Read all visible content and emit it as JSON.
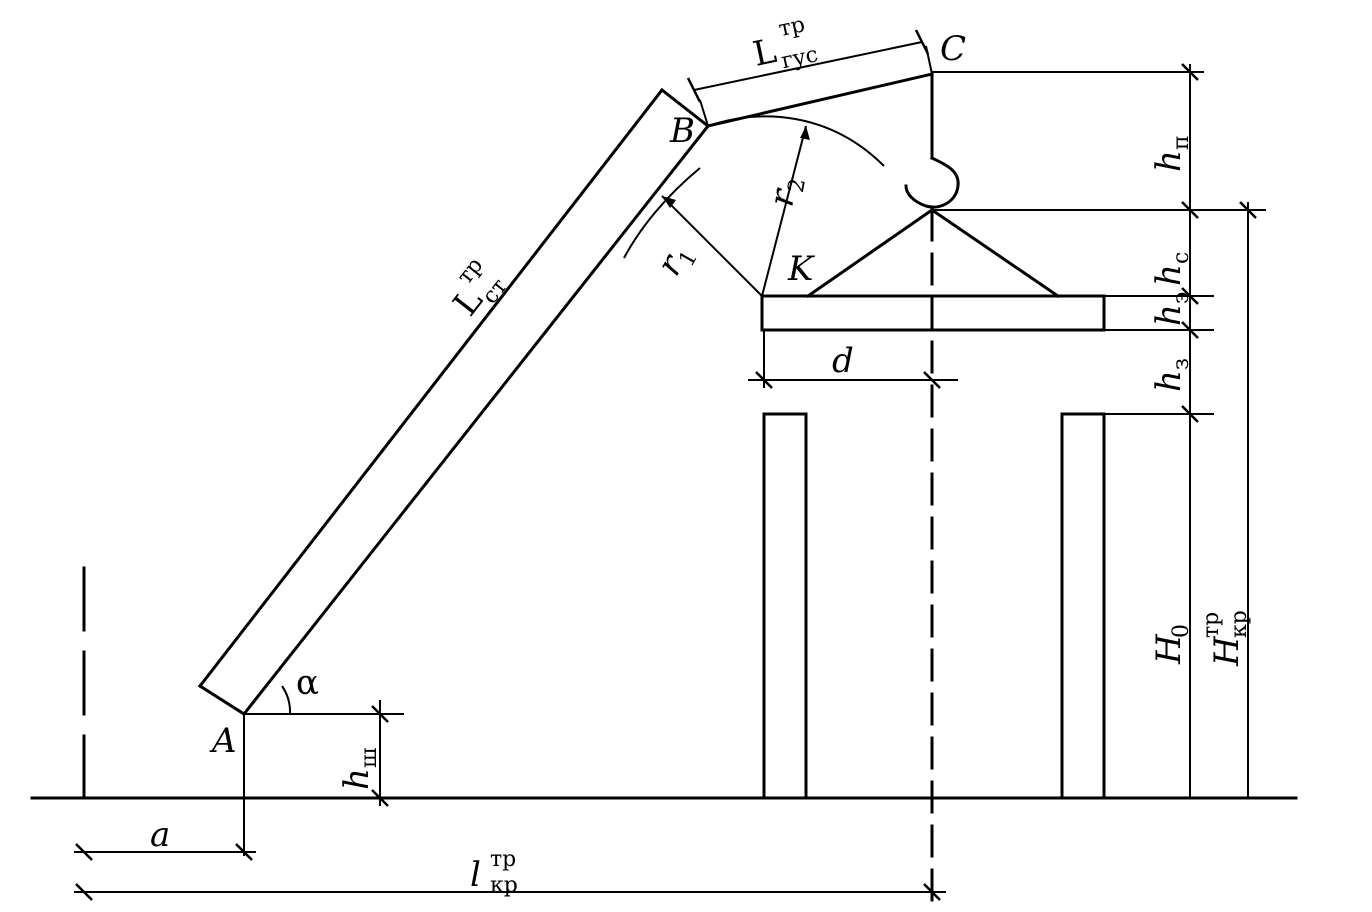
{
  "labels": {
    "A": "A",
    "B": "B",
    "C": "C",
    "K": "K",
    "L_st_main": "L",
    "L_st_sub": "ст",
    "L_st_sup": "тр",
    "L_gus_main": "L",
    "L_gus_sub": "гус",
    "L_gus_sup": "тр",
    "r1_main": "r",
    "r1_sub": "1",
    "r2_main": "r",
    "r2_sub": "2",
    "alpha": "α",
    "a": "a",
    "d": "d",
    "h_p_main": "h",
    "h_p_sub": "п",
    "h_s_main": "h",
    "h_s_sub": "с",
    "h_e_main": "h",
    "h_e_sub": "э",
    "h_z_main": "h",
    "h_z_sub": "з",
    "h_sh_main": "h",
    "h_sh_sub": "ш",
    "H0_main": "H",
    "H0_sub": "0",
    "Hkr_main": "H",
    "Hkr_sub": "кр",
    "Hkr_sup": "тр",
    "lkr_main": "l",
    "lkr_sub": "кр",
    "lkr_sup": "тр"
  }
}
